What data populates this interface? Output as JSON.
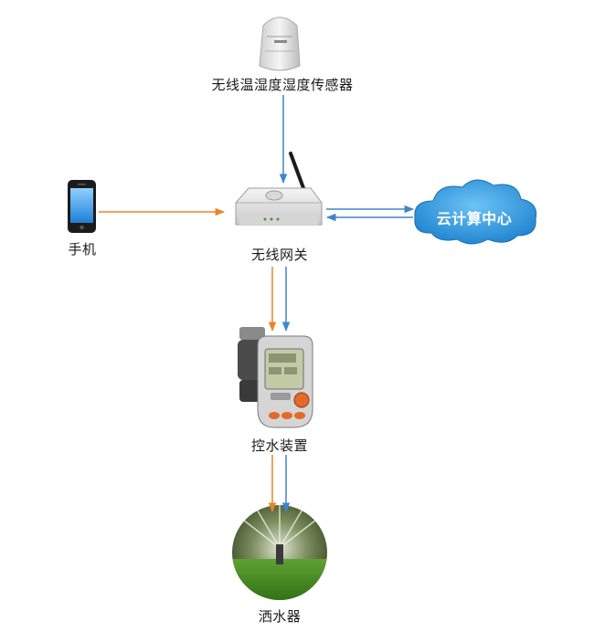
{
  "nodes": {
    "sensor": {
      "label": "无线温湿度湿度传感器",
      "icon": "wireless-sensor-icon"
    },
    "phone": {
      "label": "手机",
      "icon": "smartphone-icon"
    },
    "gateway": {
      "label": "无线网关",
      "icon": "wireless-router-icon"
    },
    "cloud": {
      "label": "云计算中心",
      "icon": "cloud-icon"
    },
    "controller": {
      "label": "控水装置",
      "icon": "water-timer-icon"
    },
    "sprinkler": {
      "label": "洒水器",
      "icon": "sprinkler-icon"
    }
  },
  "colors": {
    "orange_arrow": "#E8862A",
    "blue_arrow": "#3F86C8",
    "cloud_fill": "#2F9BE0"
  }
}
